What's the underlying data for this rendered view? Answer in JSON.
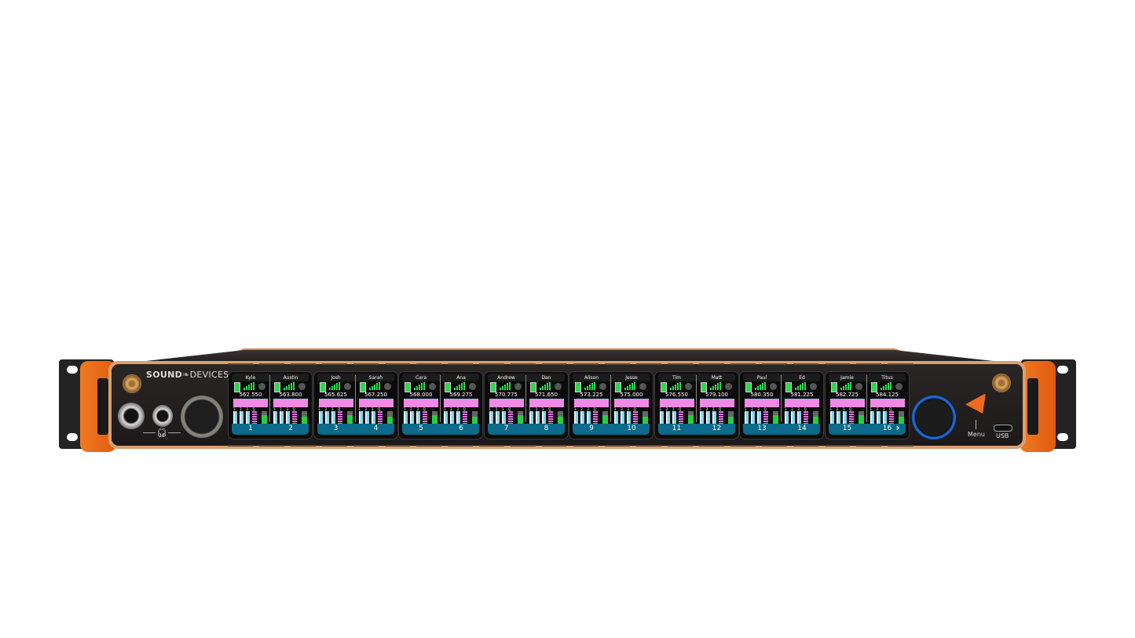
{
  "brand": {
    "logo_text_bold": "SOUND",
    "logo_text": "DEVICES"
  },
  "meter_labels": "1 2 3 Q",
  "channels": [
    {
      "number": "1",
      "name": "Kyle",
      "freq": "562.550"
    },
    {
      "number": "2",
      "name": "Austin",
      "freq": "563.800"
    },
    {
      "number": "3",
      "name": "Josh",
      "freq": "565.625"
    },
    {
      "number": "4",
      "name": "Sarah",
      "freq": "567.250"
    },
    {
      "number": "5",
      "name": "Cara",
      "freq": "568.000"
    },
    {
      "number": "6",
      "name": "Ana",
      "freq": "569.275"
    },
    {
      "number": "7",
      "name": "Andrew",
      "freq": "570.775"
    },
    {
      "number": "8",
      "name": "Dan",
      "freq": "571.650"
    },
    {
      "number": "9",
      "name": "Alison",
      "freq": "573.225"
    },
    {
      "number": "10",
      "name": "Jesse",
      "freq": "575.000"
    },
    {
      "number": "11",
      "name": "Tim",
      "freq": "576.550"
    },
    {
      "number": "12",
      "name": "Matt",
      "freq": "579.100"
    },
    {
      "number": "13",
      "name": "Paul",
      "freq": "580.350"
    },
    {
      "number": "14",
      "name": "Ed",
      "freq": "581.225"
    },
    {
      "number": "15",
      "name": "Jamie",
      "freq": "582.725"
    },
    {
      "number": "16",
      "name": "Titus",
      "freq": "584.125"
    }
  ],
  "controls": {
    "menu_label": "Menu",
    "usb_label": "USB",
    "next_icon": "chevron-right-icon",
    "headphone_icon": "headphones-icon"
  },
  "colors": {
    "chassis_accent": "#e8641a",
    "panel_trim": "#d9a070",
    "screen_footer": "#0c6a8a",
    "selector_ring": "#1a6ae0",
    "rf_green": "#2bd94a",
    "label_pink": "#f08ae6"
  }
}
